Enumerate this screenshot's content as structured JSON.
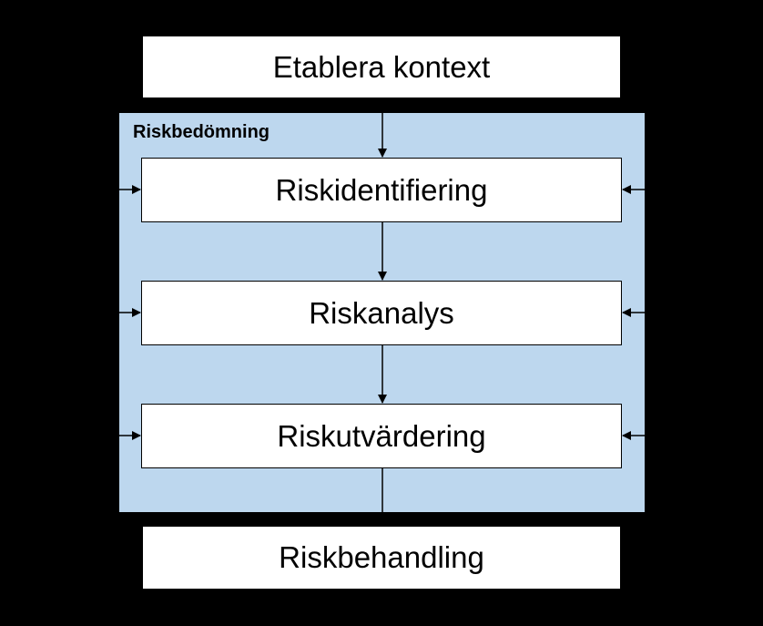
{
  "diagram": {
    "panel_label": "Riskbedömning",
    "steps": {
      "context": "Etablera kontext",
      "identification": "Riskidentifiering",
      "analysis": "Riskanalys",
      "evaluation": "Riskutvärdering",
      "treatment": "Riskbehandling"
    }
  },
  "colors": {
    "background": "#000000",
    "panel": "#bdd7ee",
    "box": "#ffffff",
    "line": "#000000"
  }
}
